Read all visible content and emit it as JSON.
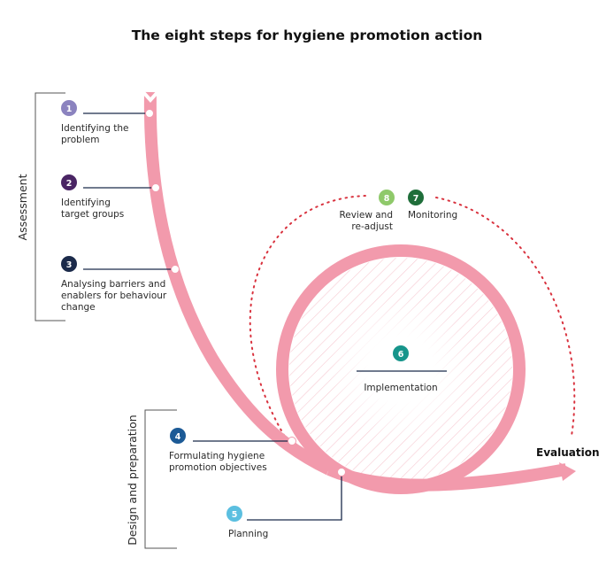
{
  "title": "The eight steps for hygiene promotion action",
  "phases": {
    "assessment": "Assessment",
    "design": "Design and preparation",
    "evaluation": "Evaluation"
  },
  "steps": [
    {
      "number": "1",
      "lines": [
        "Identifying the",
        "problem"
      ],
      "color": "#8b83bf"
    },
    {
      "number": "2",
      "lines": [
        "Identifying",
        "target groups"
      ],
      "color": "#4a2564"
    },
    {
      "number": "3",
      "lines": [
        "Analysing barriers and",
        "enablers for behaviour",
        "change"
      ],
      "color": "#1b2a4a"
    },
    {
      "number": "4",
      "lines": [
        "Formulating hygiene",
        "promotion objectives"
      ],
      "color": "#1c5a96"
    },
    {
      "number": "5",
      "lines": [
        "Planning"
      ],
      "color": "#5bbfe0"
    },
    {
      "number": "6",
      "lines": [
        "Implementation"
      ],
      "color": "#17958b"
    },
    {
      "number": "7",
      "lines": [
        "Monitoring"
      ],
      "color": "#1f6e3a"
    },
    {
      "number": "8",
      "lines": [
        "Review and",
        "re-adjust"
      ],
      "color": "#8fc96a"
    }
  ],
  "colors": {
    "ribbon": "#f29aac",
    "ribbon_dark": "#ea7c93",
    "dots": "#d9333f",
    "hatch": "#f6c9d2",
    "text": "#2a2a2a"
  }
}
